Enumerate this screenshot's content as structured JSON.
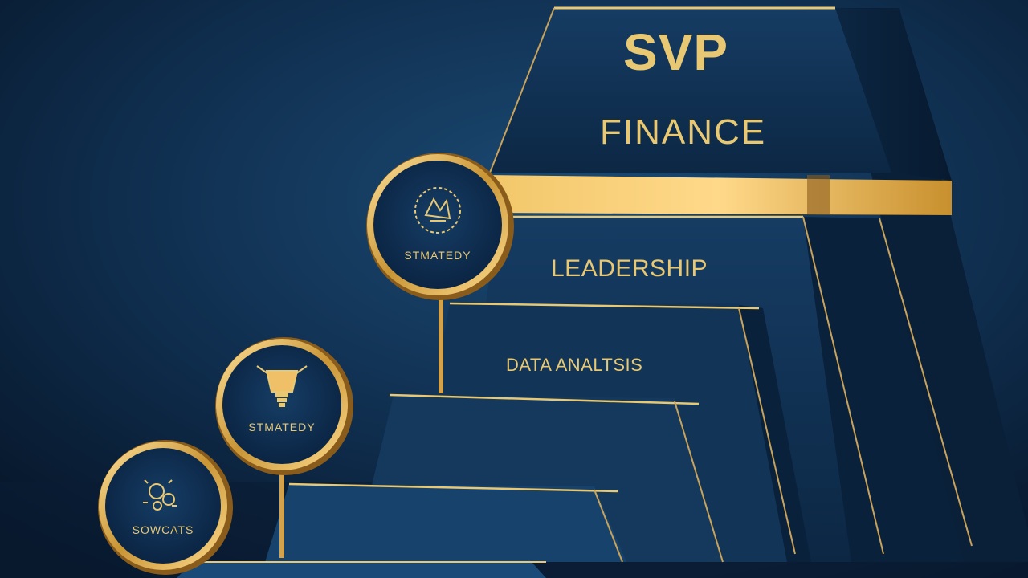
{
  "title": "SVP",
  "subtitle": "FINANCE",
  "steps": [
    {
      "label": "LEADERSHIP"
    },
    {
      "label": "DATA ANALTSIS"
    }
  ],
  "badges": [
    {
      "label": "STMATEDY",
      "icon": "brain-icon"
    },
    {
      "label": "STMATEDY",
      "icon": "trophy-icon"
    },
    {
      "label": "SOWCATS",
      "icon": "gears-icon"
    }
  ],
  "colors": {
    "gold": "#e8c872",
    "navy": "#0d2a4a",
    "background": "#0b1e33"
  }
}
